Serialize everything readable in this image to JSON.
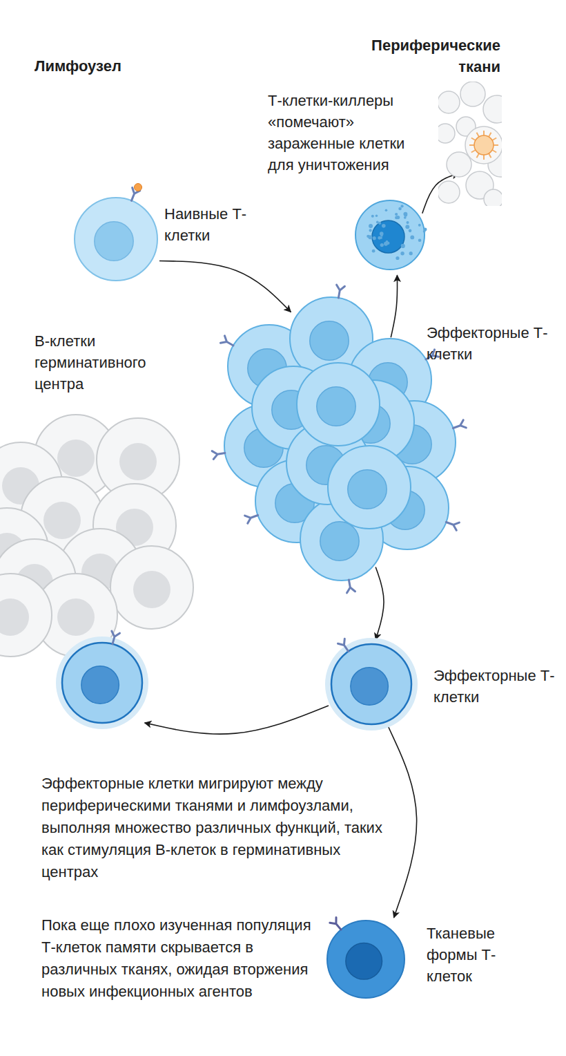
{
  "diagram": {
    "nodes": [
      {
        "text": [
          "Лимфоузел"
        ]
      },
      {
        "text": [
          "Наивные Т-клетки"
        ],
        "in": 0
      },
      {
        "text": [
          "Эффекторные Т-клетки"
        ]
      },
      {
        "text": [
          "Т-клетки-киллеры «помечают» зараженные клетки для уничтожения"
        ]
      },
      {
        "text": [
          "Периферические ткани"
        ]
      },
      {
        "text": [
          "Эффекторные Т-клетки"
        ]
      },
      {
        "text": [
          "В-клетки герминативного центра"
        ],
        "in": 0
      },
      {
        "text": [
          "Тканевые формы Т-клеток"
        ]
      }
    ],
    "edges": [
      {
        "from": 1,
        "to": 2,
        "arrow": "to"
      },
      {
        "from": 2,
        "to": 3,
        "arrow": "to"
      },
      {
        "from": 3,
        "to": 4,
        "arrow": "to"
      },
      {
        "from": 2,
        "to": 5,
        "arrow": "to"
      },
      {
        "from": 5,
        "to": 6,
        "arrow": "to"
      },
      {
        "from": 5,
        "to": 7,
        "arrow": "to"
      }
    ],
    "labels": [
      "Эффекторные клетки мигрируют между периферическими тканями и лимфоузлами, выполняя множество различных функций, таких как стимуляция В-клеток в герминативных центрах",
      "Пока еще плохо изученная популяция Т-клеток памяти скрывается в различных тканях, ожидая вторжения новых инфекционных агентов"
    ]
  }
}
